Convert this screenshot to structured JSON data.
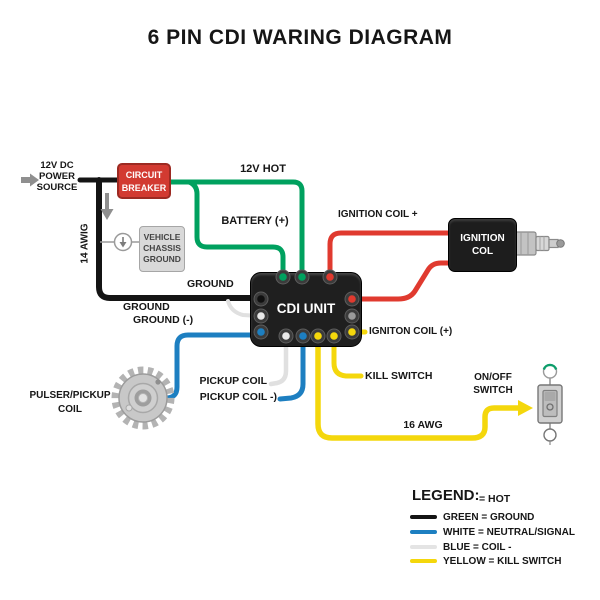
{
  "title": "6 PIN CDI WARING DIAGRAM",
  "colors": {
    "hot_red": "#e03a2f",
    "green_wire": "#00a15f",
    "blue_wire": "#1d7fc1",
    "white_wire": "#e4e4e4",
    "yellow_wire": "#f4d70c",
    "ground_black": "#141414",
    "breaker_red": "#d23a31"
  },
  "components": {
    "power_source": {
      "lines": [
        "12V DC",
        "POWER",
        "SOURCE"
      ]
    },
    "circuit_breaker": {
      "lines": [
        "CIRCUIT",
        "BREAKER"
      ]
    },
    "chassis_ground": {
      "lines": [
        "VEHICLE",
        "CHASSIS",
        "GROUND"
      ]
    },
    "cdi_unit": {
      "label": "CDI UNIT"
    },
    "ignition_coil": {
      "lines": [
        "IGNITION",
        "COL"
      ]
    },
    "pulser_coil": {
      "lines": [
        "PULSER/PICKUP",
        "COIL"
      ]
    },
    "onoff_switch": {
      "lines": [
        "ON/OFF",
        "SWITCH"
      ]
    }
  },
  "wire_labels": {
    "hot12v": "12V HOT",
    "battery_plus": "BATTERY (+)",
    "awg14": "14 AWIG",
    "ground_top": "GROUND",
    "ground_mid": "GROUND",
    "ground_neg": "GROUND (-)",
    "ignition_coil_plus": "IGNITION COIL +",
    "igniton_coil_plus": "IGNITON COIL (+)",
    "kill_switch": "KILL SWITCH",
    "pickup_coil": "PICKUP COIL",
    "pickup_coil_neg": "PICKUP COIL -)",
    "awg16": "16 AWG"
  },
  "legend": {
    "title": "LEGEND:",
    "hot_entry": "= HOT",
    "rows": [
      {
        "swatch": "#141414",
        "label": "GREEN = GROUND"
      },
      {
        "swatch": "#1d7fc1",
        "label": "WHITE = NEUTRAL/SIGNAL"
      },
      {
        "swatch": "#e4e4e4",
        "label": "BLUE = COIL -"
      },
      {
        "swatch": "#f4d70c",
        "label": "YELLOW = KILL SWITCH"
      }
    ]
  }
}
